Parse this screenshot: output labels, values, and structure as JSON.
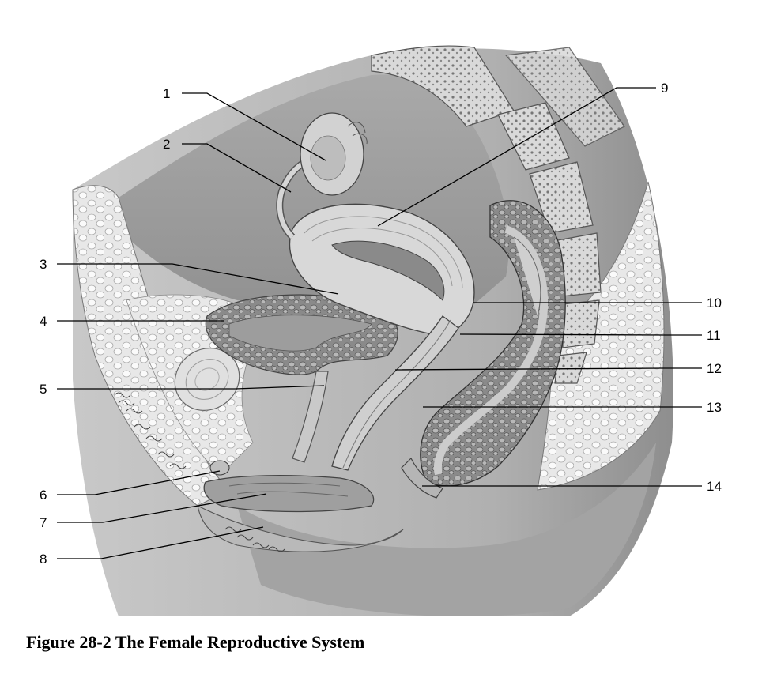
{
  "diagram": {
    "caption": "Figure 28-2 The Female Reproductive System",
    "labels": {
      "l1": "1",
      "l2": "2",
      "l3": "3",
      "l4": "4",
      "l5": "5",
      "l6": "6",
      "l7": "7",
      "l8": "8",
      "l9": "9",
      "l10": "10",
      "l11": "11",
      "l12": "12",
      "l13": "13",
      "l14": "14"
    },
    "colors": {
      "background": "#ffffff",
      "illustration_shade": "#b5b5b5",
      "text": "#000000"
    }
  }
}
